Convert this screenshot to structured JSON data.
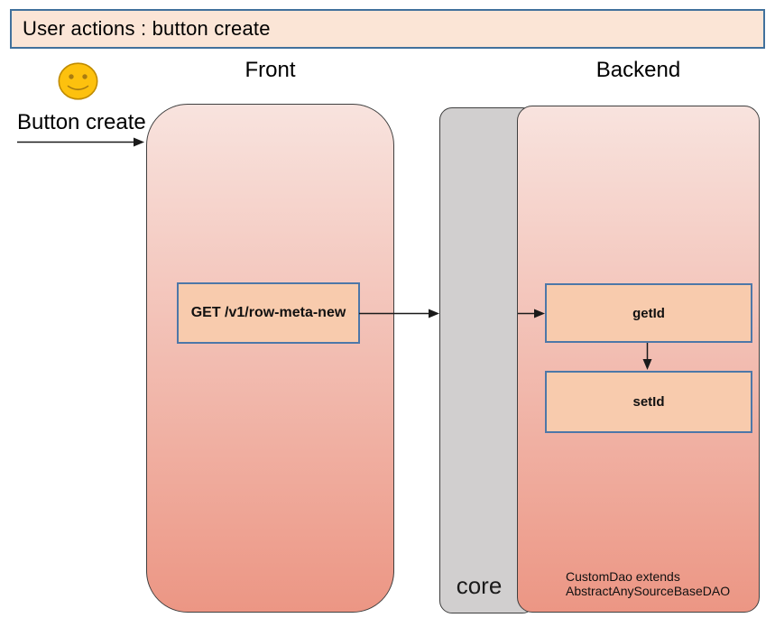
{
  "title": "User actions : button create",
  "annotations": {
    "button_create": "Button create",
    "dao_note_line1": "CustomDao extends",
    "dao_note_line2": "AbstractAnySourceBaseDAO"
  },
  "panels": {
    "front": "Front",
    "backend": "Backend",
    "core": "core"
  },
  "nodes": {
    "front_endpoint": "GET /v1/row-meta-new",
    "backend_getid": "getId",
    "backend_setid": "setId"
  },
  "icons": {
    "smiley": "smiley-face-icon"
  },
  "colors": {
    "title_fill": "#fbe5d6",
    "title_border": "#41719c",
    "panel_gradient_top": "#f8e3de",
    "panel_gradient_bottom": "#ec9684",
    "core_fill": "#d1cfcf",
    "node_fill": "#f8cbad",
    "node_border": "#4d77a8",
    "outline": "#3f3f3f",
    "arrow": "#1a1a1a",
    "smiley_fill": "#fdc10e",
    "smiley_stroke": "#c08b00",
    "smiley_feature": "#a97c10"
  }
}
